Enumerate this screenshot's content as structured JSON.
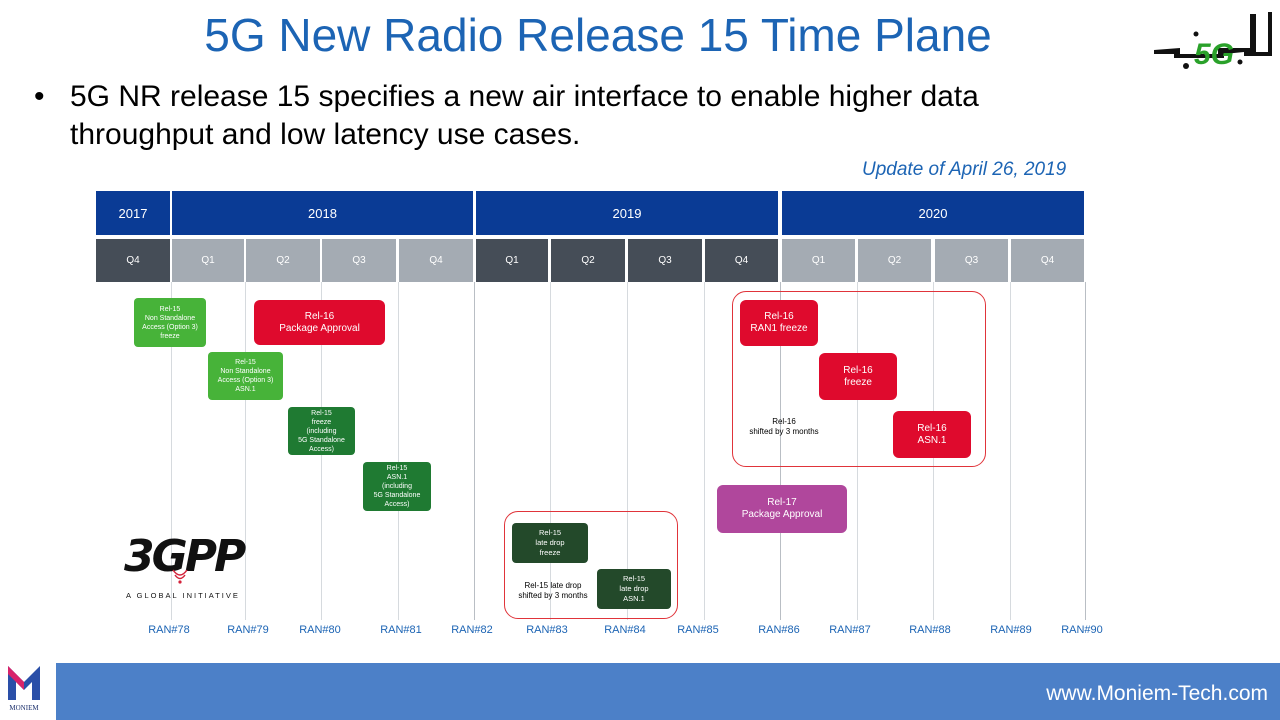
{
  "slide": {
    "title": "5G New Radio Release 15 Time Plane",
    "bullet": "5G NR release 15 specifies a new air interface to enable higher data throughput and low latency use cases.",
    "update_note": "Update of April 26, 2019"
  },
  "timeline": {
    "years": [
      "2017",
      "2018",
      "2019",
      "2020"
    ],
    "quarters": [
      "Q4",
      "Q1",
      "Q2",
      "Q3",
      "Q4",
      "Q1",
      "Q2",
      "Q3",
      "Q4",
      "Q1",
      "Q2",
      "Q3",
      "Q4"
    ],
    "ran_meetings": [
      "RAN#78",
      "RAN#79",
      "RAN#80",
      "RAN#81",
      "RAN#82",
      "RAN#83",
      "RAN#84",
      "RAN#85",
      "RAN#86",
      "RAN#87",
      "RAN#88",
      "RAN#89",
      "RAN#90"
    ]
  },
  "milestones": {
    "nsa_freeze": "Rel-15\nNon Standalone\nAccess (Option 3)\nfreeze",
    "nsa_asn1": "Rel-15\nNon Standalone\nAccess (Option 3)\nASN.1",
    "sa_freeze": "Rel-15\nfreeze\n(including\n5G Standalone\nAccess)",
    "sa_asn1": "Rel-15\nASN.1\n(including\n5G Standalone\nAccess)",
    "rel16_package": "Rel-16\nPackage Approval",
    "late_drop_freeze": "Rel-15\nlate drop\nfreeze",
    "late_drop_asn1": "Rel-15\nlate drop\nASN.1",
    "late_drop_note": "Rel-15 late drop\nshifted by 3 months",
    "rel16_ran1": "Rel-16\nRAN1 freeze",
    "rel16_freeze": "Rel-16\nfreeze",
    "rel16_asn1": "Rel-16\nASN.1",
    "rel16_note": "Rel-16\nshifted by 3 months",
    "rel17_package": "Rel-17\nPackage Approval"
  },
  "logos": {
    "gpp_text": "3GPP",
    "gpp_subtitle": "A GLOBAL INITIATIVE",
    "corner_logo": "5G",
    "footer_logo": "MONIEM"
  },
  "footer": {
    "url": "www.Moniem-Tech.com"
  },
  "colors": {
    "title_blue": "#1c64b4",
    "year_bar": "#0a3b95",
    "quarter_dark": "#454d57",
    "quarter_light": "#a4abb3",
    "rel15_lime": "#47b339",
    "rel15_green": "#1f7a32",
    "rel15_late": "#23492a",
    "rel16_red": "#df0a2d",
    "rel17_purple": "#b0479c",
    "footer_blue": "#4c80c8"
  }
}
